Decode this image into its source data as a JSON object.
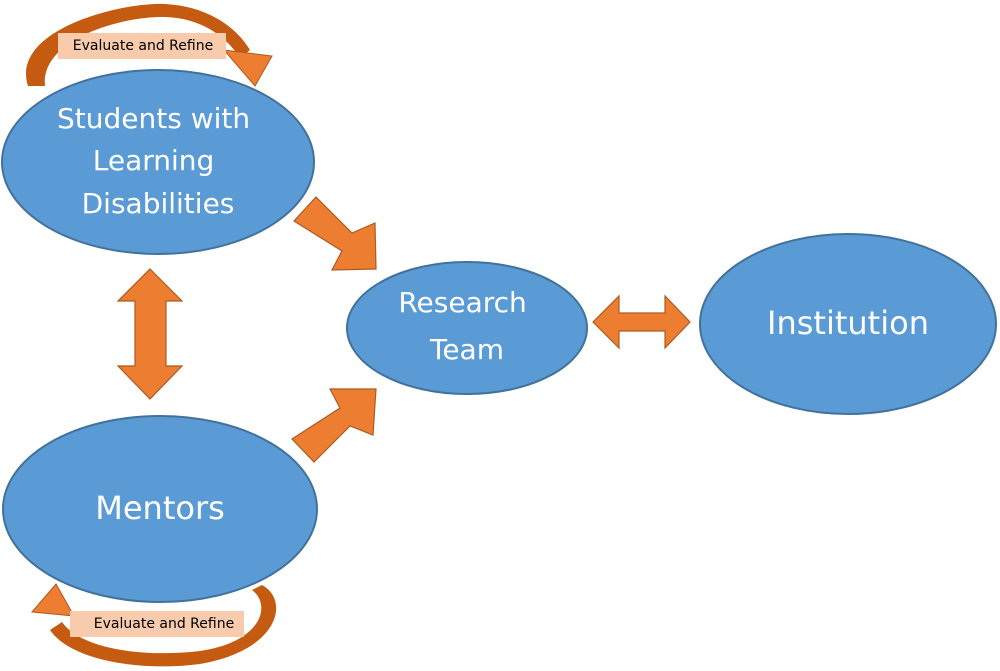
{
  "nodes": {
    "students": {
      "lines": [
        "Students with",
        "Learning",
        "Disabilities"
      ]
    },
    "mentors": {
      "label": "Mentors"
    },
    "research_team": {
      "lines": [
        "Research",
        "Team"
      ]
    },
    "institution": {
      "label": "Institution"
    }
  },
  "loops": {
    "students_loop": {
      "label": "Evaluate and Refine"
    },
    "mentors_loop": {
      "label": "Evaluate and Refine"
    }
  },
  "colors": {
    "node_fill": "#5b9bd5",
    "arrow_fill": "#ed7d31",
    "loop_arc": "#c55a11",
    "loop_label_bg": "#f8cbad"
  }
}
